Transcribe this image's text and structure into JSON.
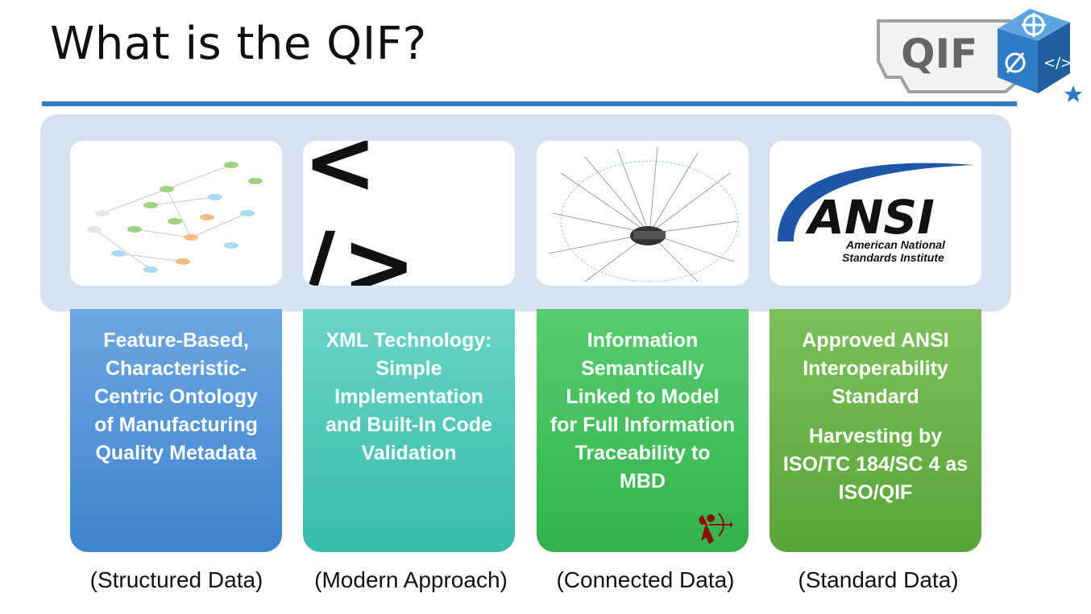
{
  "title": "What is the QIF?",
  "logo": {
    "text": "QIF",
    "icon": "qif-cube-logo-icon"
  },
  "cards": [
    {
      "lines": "Feature-Based, Characteristic-Centric Ontology of Manufacturing Quality Metadata",
      "caption": "(Structured Data)",
      "image": "network-graph-icon"
    },
    {
      "lines": "XML Technology: Simple Implementation and Built-In Code Validation",
      "caption": "(Modern Approach)",
      "image_text": "< />"
    },
    {
      "lines": "Information Semantically Linked to Model for Full Information Traceability to MBD",
      "caption": "(Connected Data)",
      "image": "radial-tree-icon"
    },
    {
      "lines": "Approved ANSI Interoperability Standard",
      "lines2": "Harvesting by ISO/TC 184/SC 4 as ISO/QIF",
      "caption": "(Standard  Data)",
      "ansi": {
        "brand": "ANSI",
        "sub1": "American National",
        "sub2": "Standards Institute"
      }
    }
  ],
  "colors": {
    "rule": "#2e7cc1",
    "band": "#d6e2ef"
  }
}
